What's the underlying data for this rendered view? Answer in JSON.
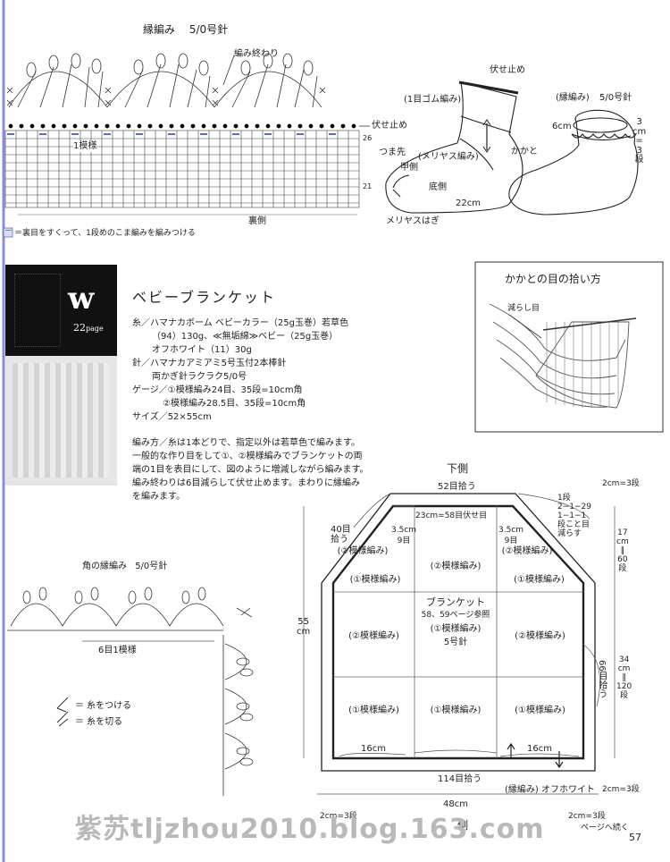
{
  "top_edge": {
    "title": "縁編み",
    "needle": "5/0号針",
    "end_label": "編み終わり",
    "bind_off": "伏せ止め",
    "pattern_unit": "1模様",
    "row26": "26",
    "row21": "21",
    "back_side": "裏側",
    "legend_symbol": "ー",
    "legend_text": "＝裏目をすくって、1段めのこま編みを編みつける"
  },
  "sock_left": {
    "bind_off": "伏せ止め",
    "rib": "(1目ゴム編み)",
    "toe": "つま先",
    "stockinette": "(メリヤス編み)",
    "heel": "かかと",
    "instep": "甲側",
    "sole": "底側",
    "length": "22cm",
    "graft": "メリヤスはぎ"
  },
  "sock_right": {
    "edge_label": "(縁編み)",
    "needle": "5/0号針",
    "width": "6cm",
    "height_top": "3",
    "height_mid": "cm",
    "height_eq": "=",
    "height_rows": "3",
    "height_unit": "段"
  },
  "heel_pickup": {
    "title": "かかとの目の拾い方",
    "decrease_label": "減らし目"
  },
  "project": {
    "letter": "w",
    "page": "22",
    "page_suffix": "page",
    "name": "ベビーブランケット",
    "materials": [
      "糸／ハマナカボーム ベビーカラー（25g玉巻）若草色",
      "（94）130g、≪無垢綿≫ベビー（25g玉巻）",
      "オフホワイト（11）30g",
      "針／ハマナカアミアミ5号玉付2本棒針",
      "両かぎ針ラクラク5/0号",
      "ゲージ／①模様編み24目、35段=10cm角",
      "②模様編み28.5目、35段=10cm角",
      "サイズ／52×55cm"
    ],
    "method": [
      "編み方／糸は1本どりで、指定以外は若草色で編みます。",
      "一般的な作り目をして①、②模様編みでブランケットの両",
      "端の1目を表目にして、図のように増減しながら編みます。",
      "編み終わりは6目減らして伏せ止めます。まわりに縁編み",
      "を編みます。"
    ]
  },
  "corner_edge": {
    "title": "角の縁編み",
    "needle": "5/0号針",
    "pattern_unit": "6目1模様",
    "legend_attach": "＝ 糸をつける",
    "legend_cut": "＝ 糸を切る"
  },
  "blanket": {
    "top_side": "下側",
    "top_pick": "52目拾う",
    "top_inner": "23cm=58目伏せ目",
    "side_left_pick": "40目",
    "side_left_pick2": "拾う",
    "left_w": "3.5cm",
    "left_st": "9目",
    "right_w": "3.5cm",
    "right_st": "9目",
    "decrease_title": "1段",
    "decrease_1": "2−1−29",
    "decrease_2": "1−1−1",
    "decrease_3": "段こと目",
    "decrease_4": "減らす",
    "right_top_dim": "2cm=3段",
    "right_dim_17": "17",
    "right_dim_cm": "cm",
    "right_dim_eq": "‖",
    "right_dim_60": "60",
    "right_dim_dan": "段",
    "right_dim_34": "34",
    "right_dim_cm2": "cm",
    "right_dim_eq2": "‖",
    "right_dim_120": "120",
    "right_dim_dan2": "段",
    "right_pick": "66目拾う",
    "left_height": "55",
    "left_height_unit": "cm",
    "cells": [
      [
        "(②模様編み)",
        "(②模様編み)",
        "(②模様編み)"
      ],
      [
        "(①模様編み)",
        "",
        "(①模様編み)"
      ],
      [
        "(②模様編み)",
        "",
        "(②模様編み)"
      ],
      [
        "(①模様編み)",
        "(①模様編み)",
        "(①模様編み)"
      ]
    ],
    "center_title": "ブランケット",
    "center_ref": "58、59ページ参照",
    "center_pattern": "(①模様編み)",
    "center_needle": "5号針",
    "bottom_left": "16cm",
    "bottom_right": "16cm",
    "bottom_pick": "114目拾う",
    "bottom_edge": "(縁編み) オフホワイト",
    "bottom_dim": "2cm=3段",
    "total_width": "48cm",
    "bottom_left_dim": "2cm=3段",
    "bottom_right_dim": "2cm=3段",
    "next_page": "ページへ続く",
    "bottom_side": "側"
  },
  "footer": {
    "watermark": "紫苏tljzhou2010.blog.163.com",
    "page_number": "57"
  }
}
